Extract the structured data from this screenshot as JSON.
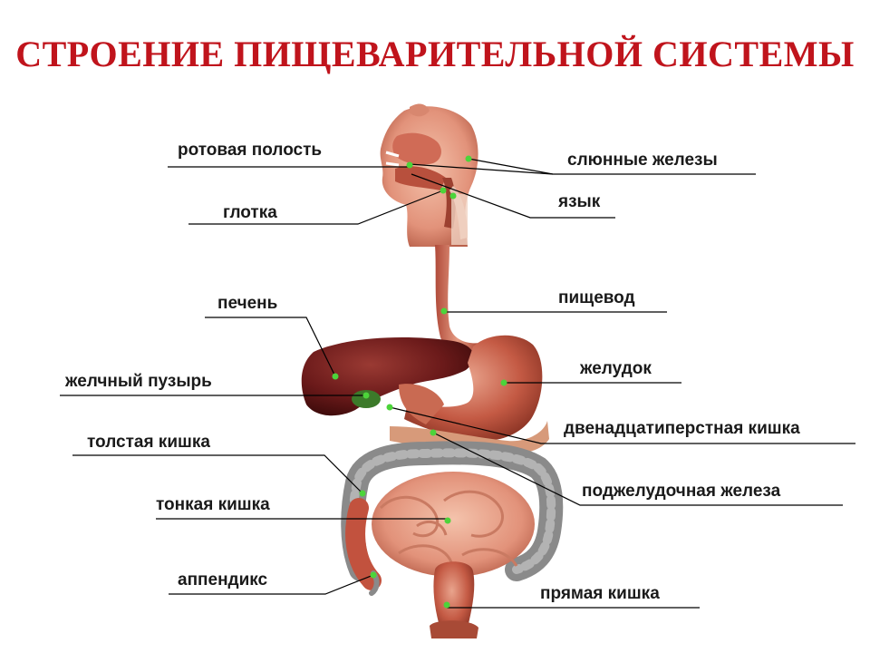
{
  "title": "СТРОЕНИЕ  ПИЩЕВАРИТЕЛЬНОЙ  СИСТЕМЫ",
  "labels": {
    "oral_cavity": "ротовая полость",
    "salivary_glands": "слюнные железы",
    "pharynx": "глотка",
    "tongue": "язык",
    "liver": "печень",
    "esophagus": "пищевод",
    "gallbladder": "желчный пузырь",
    "stomach": "желудок",
    "duodenum": "двенадцатиперстная кишка",
    "large_intestine": "толстая кишка",
    "pancreas": "поджелудочная железа",
    "small_intestine": "тонкая кишка",
    "appendix": "аппендикс",
    "rectum": "прямая кишка"
  },
  "colors": {
    "title": "#c0141c",
    "leader_line": "#000000",
    "marker_dot": "#4cd43a",
    "liver": "#6b1a1a",
    "organ_pink": "#e2927a",
    "organ_red": "#c45a44",
    "colon_gray": "#8a8a8a"
  }
}
